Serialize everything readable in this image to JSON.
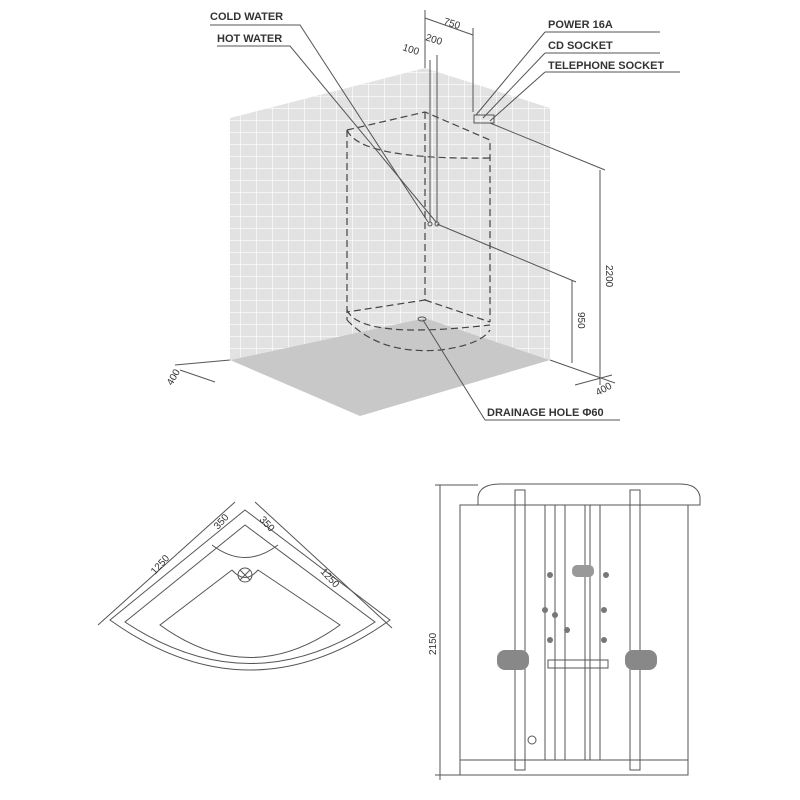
{
  "iso_view": {
    "labels": {
      "cold_water": "COLD WATER",
      "hot_water": "HOT WATER",
      "power": "POWER 16A",
      "cd_socket": "CD SOCKET",
      "telephone_socket": "TELEPHONE SOCKET",
      "drainage": "DRAINAGE HOLE Φ60"
    },
    "dimensions": {
      "d750": "750",
      "d200": "200",
      "d100": "100",
      "height_total": "2200",
      "height_mixer": "950",
      "left_offset": "400",
      "right_offset": "400"
    }
  },
  "plan_view": {
    "dimensions": {
      "left_side": "1250",
      "right_side": "1250",
      "left_corner": "350",
      "right_corner": "350"
    }
  },
  "front_view": {
    "dimensions": {
      "height": "2150"
    }
  },
  "colors": {
    "wall": "#e2e2e2",
    "floor": "#c8c8c8",
    "line": "#555555"
  }
}
